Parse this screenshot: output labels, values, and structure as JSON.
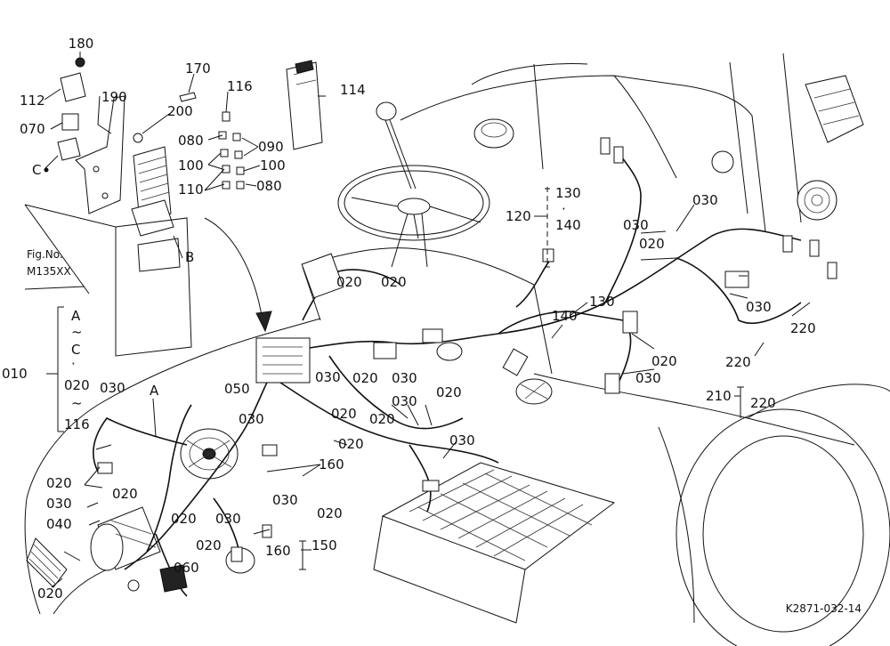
{
  "figure": {
    "ref_label": "Fig.No.",
    "ref_number": "M135XX",
    "drawing_code": "K2871-032-14"
  },
  "callouts": {
    "c180": "180",
    "c112": "112",
    "c190": "190",
    "c070": "070",
    "cC": "C",
    "c200": "200",
    "c170": "170",
    "c116": "116",
    "c114": "114",
    "c080a": "080",
    "c090": "090",
    "c100a": "100",
    "c100b": "100",
    "c110": "110",
    "c080b": "080",
    "cB": "B",
    "c130a": "130",
    "c140a": "140",
    "c120": "120",
    "c030a": "030",
    "c030b": "030",
    "c020a": "020",
    "c020b": "020",
    "c020c": "020",
    "c130b": "130",
    "c140b": "140",
    "c030c": "030",
    "c220a": "220",
    "c220b": "220",
    "c210": "210",
    "c220c": "220",
    "c020d": "020",
    "c030d": "030",
    "c010": "010",
    "rA": "A",
    "rTilde1": "~",
    "rC": "C",
    "rDot": "·",
    "r020": "020",
    "rTilde2": "~",
    "r116": "116",
    "c030e": "030",
    "cA": "A",
    "c050": "050",
    "c030f": "030",
    "c020e": "020",
    "c030g": "030",
    "c020f": "020",
    "c020g": "020",
    "c030h": "030",
    "c020h": "020",
    "c020i": "020",
    "c030i": "030",
    "c030j": "030",
    "c020j": "020",
    "c030k": "030",
    "c160a": "160",
    "c020k": "020",
    "c030l": "030",
    "c040": "040",
    "c020l": "020",
    "c020m": "020",
    "c030m": "030",
    "c020n": "020",
    "c020o": "020",
    "c060": "060",
    "c160b": "160",
    "c150": "150",
    "c020p": "020"
  }
}
